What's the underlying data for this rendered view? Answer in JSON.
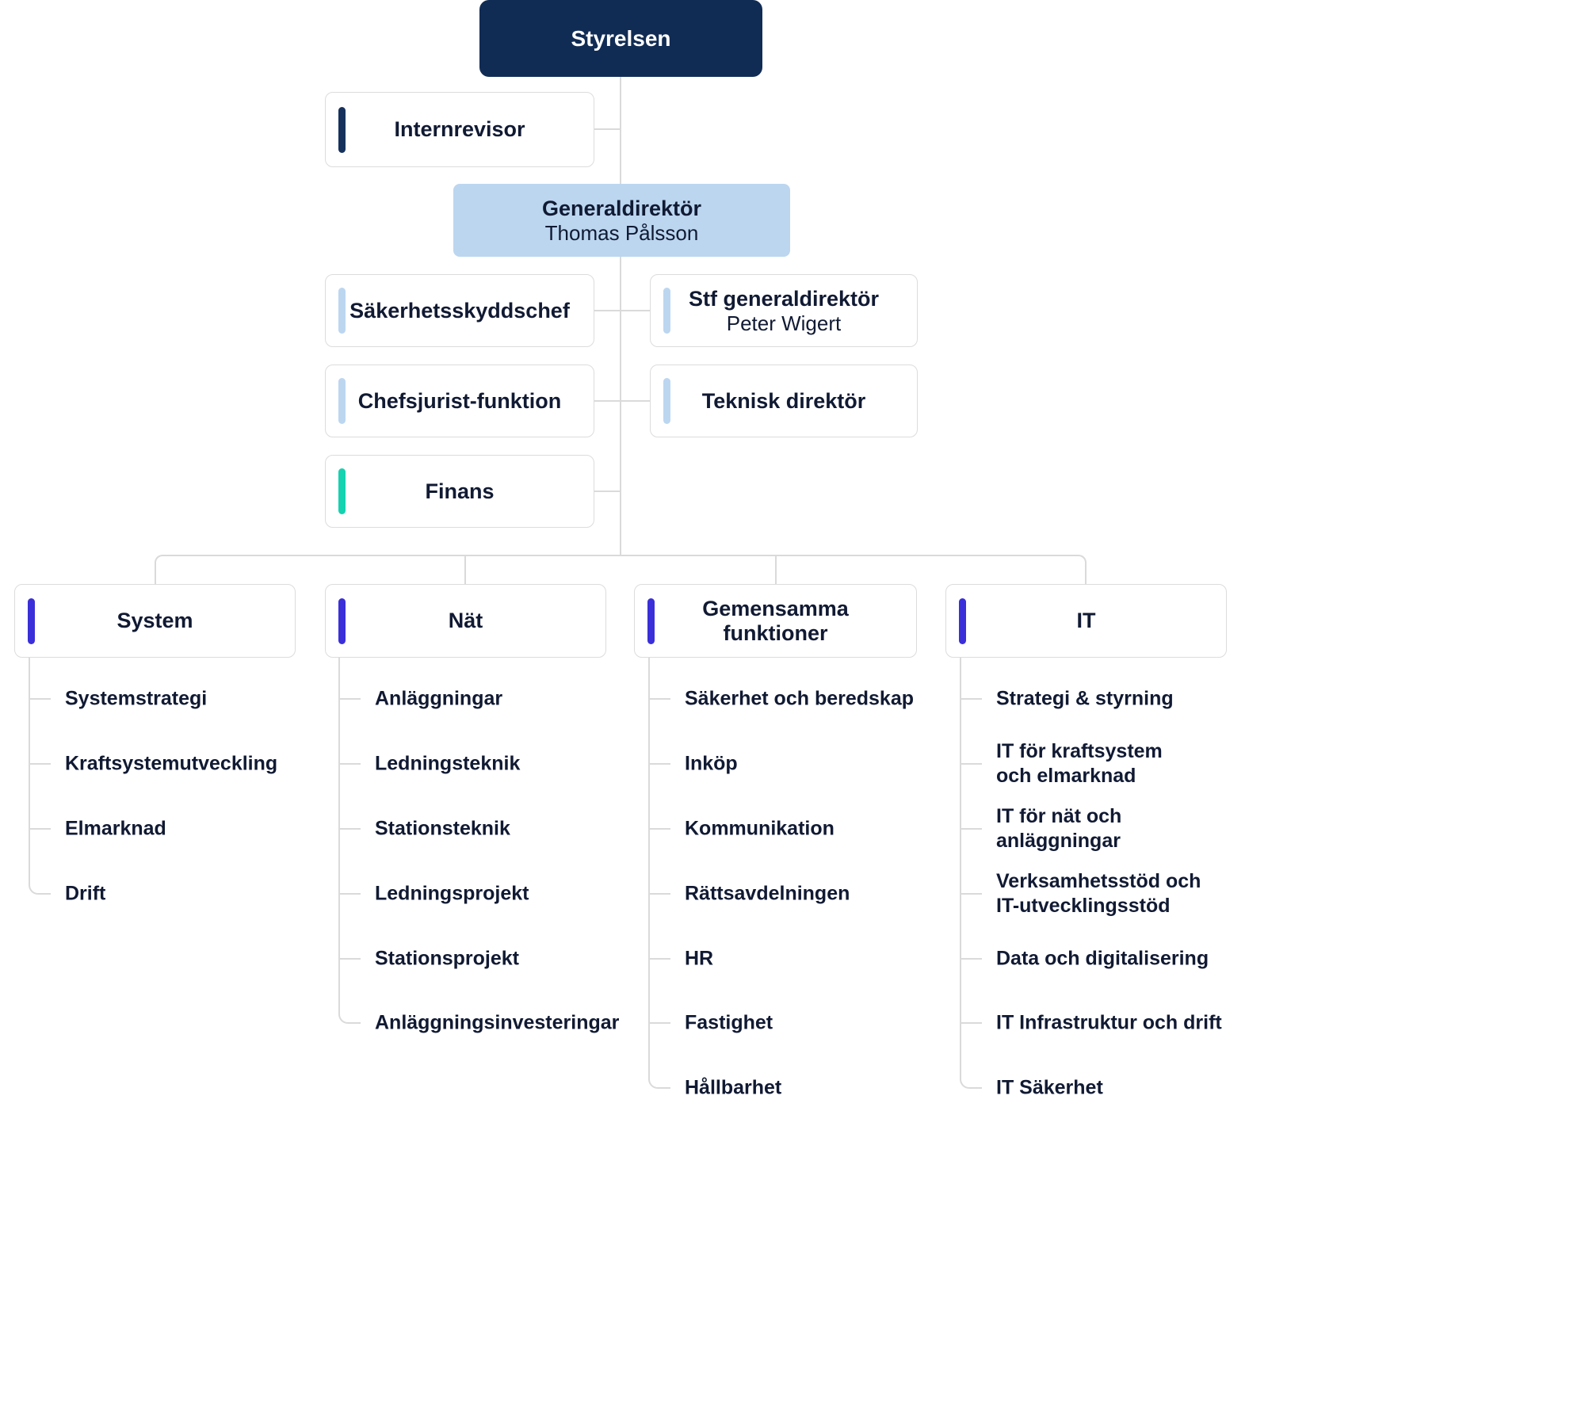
{
  "colors": {
    "root_bg": "#112C54",
    "navy": "#16325C",
    "light_blue": "#BCD6F0",
    "teal": "#15D2B0",
    "indigo": "#3A2FD9",
    "line": "#DADADA",
    "border": "#DCDCDC",
    "text": "#111A33"
  },
  "nodes": {
    "styrelsen": {
      "label": "Styrelsen"
    },
    "internrevisor": {
      "label": "Internrevisor"
    },
    "generaldirektor": {
      "title": "Generaldirektör",
      "name": "Thomas Pålsson"
    },
    "sakerhetsskyddschef": {
      "label": "Säkerhetsskyddschef"
    },
    "stf_generaldirektor": {
      "title": "Stf generaldirektör",
      "name": "Peter Wigert"
    },
    "chefsjurist": {
      "label": "Chefsjurist-funktion"
    },
    "teknisk_direktor": {
      "label": "Teknisk direktör"
    },
    "finans": {
      "label": "Finans"
    }
  },
  "branches": [
    {
      "label": "System",
      "items": [
        "Systemstrategi",
        "Kraftsystemutveckling",
        "Elmarknad",
        "Drift"
      ]
    },
    {
      "label": "Nät",
      "items": [
        "Anläggningar",
        "Ledningsteknik",
        "Stationsteknik",
        "Ledningsprojekt",
        "Stationsprojekt",
        "Anläggningsinvesteringar"
      ]
    },
    {
      "label": "Gemensamma\nfunktioner",
      "items": [
        "Säkerhet och beredskap",
        "Inköp",
        "Kommunikation",
        "Rättsavdelningen",
        "HR",
        "Fastighet",
        "Hållbarhet"
      ]
    },
    {
      "label": "IT",
      "items": [
        "Strategi & styrning",
        "IT för kraftsystem\noch elmarknad",
        "IT för nät och\nanläggningar",
        "Verksamhetsstöd och\nIT-utvecklingsstöd",
        "Data och digitalisering",
        "IT Infrastruktur och drift",
        "IT Säkerhet"
      ]
    }
  ]
}
